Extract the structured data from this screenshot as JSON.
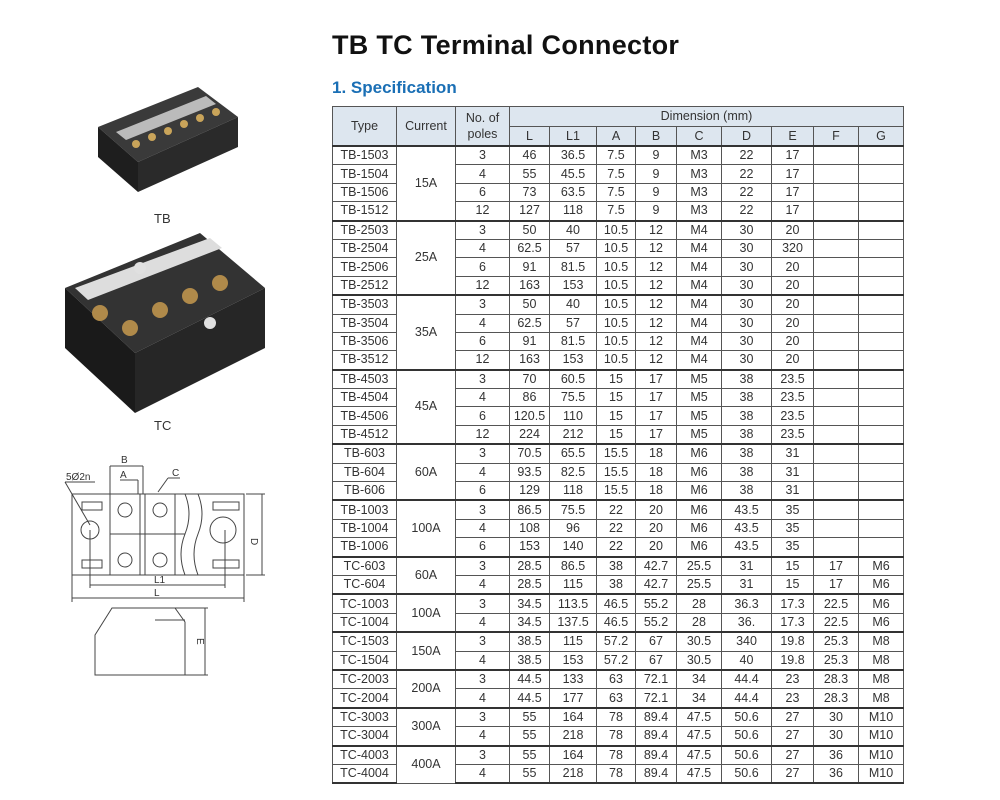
{
  "title": "TB TC Terminal Connector",
  "section": "1. Specification",
  "images": {
    "tb_label": "TB",
    "tc_label": "TC"
  },
  "diagram": {
    "labels": {
      "b": "B",
      "a": "A",
      "c": "C",
      "hole": "5Ø2n",
      "d": "D",
      "l1": "L1",
      "l": "L",
      "e": "E"
    }
  },
  "table": {
    "headers": {
      "type": "Type",
      "current": "Current",
      "poles": "No. of poles",
      "dimension": "Dimension (mm)",
      "dims": [
        "L",
        "L1",
        "A",
        "B",
        "C",
        "D",
        "E",
        "F",
        "G"
      ]
    },
    "groups": [
      {
        "current": "15A",
        "rows": [
          [
            "TB-1503",
            "3",
            "46",
            "36.5",
            "7.5",
            "9",
            "M3",
            "22",
            "17",
            "",
            ""
          ],
          [
            "TB-1504",
            "4",
            "55",
            "45.5",
            "7.5",
            "9",
            "M3",
            "22",
            "17",
            "",
            ""
          ],
          [
            "TB-1506",
            "6",
            "73",
            "63.5",
            "7.5",
            "9",
            "M3",
            "22",
            "17",
            "",
            ""
          ],
          [
            "TB-1512",
            "12",
            "127",
            "118",
            "7.5",
            "9",
            "M3",
            "22",
            "17",
            "",
            ""
          ]
        ]
      },
      {
        "current": "25A",
        "rows": [
          [
            "TB-2503",
            "3",
            "50",
            "40",
            "10.5",
            "12",
            "M4",
            "30",
            "20",
            "",
            ""
          ],
          [
            "TB-2504",
            "4",
            "62.5",
            "57",
            "10.5",
            "12",
            "M4",
            "30",
            "320",
            "",
            ""
          ],
          [
            "TB-2506",
            "6",
            "91",
            "81.5",
            "10.5",
            "12",
            "M4",
            "30",
            "20",
            "",
            ""
          ],
          [
            "TB-2512",
            "12",
            "163",
            "153",
            "10.5",
            "12",
            "M4",
            "30",
            "20",
            "",
            ""
          ]
        ]
      },
      {
        "current": "35A",
        "rows": [
          [
            "TB-3503",
            "3",
            "50",
            "40",
            "10.5",
            "12",
            "M4",
            "30",
            "20",
            "",
            ""
          ],
          [
            "TB-3504",
            "4",
            "62.5",
            "57",
            "10.5",
            "12",
            "M4",
            "30",
            "20",
            "",
            ""
          ],
          [
            "TB-3506",
            "6",
            "91",
            "81.5",
            "10.5",
            "12",
            "M4",
            "30",
            "20",
            "",
            ""
          ],
          [
            "TB-3512",
            "12",
            "163",
            "153",
            "10.5",
            "12",
            "M4",
            "30",
            "20",
            "",
            ""
          ]
        ]
      },
      {
        "current": "45A",
        "rows": [
          [
            "TB-4503",
            "3",
            "70",
            "60.5",
            "15",
            "17",
            "M5",
            "38",
            "23.5",
            "",
            ""
          ],
          [
            "TB-4504",
            "4",
            "86",
            "75.5",
            "15",
            "17",
            "M5",
            "38",
            "23.5",
            "",
            ""
          ],
          [
            "TB-4506",
            "6",
            "120.5",
            "110",
            "15",
            "17",
            "M5",
            "38",
            "23.5",
            "",
            ""
          ],
          [
            "TB-4512",
            "12",
            "224",
            "212",
            "15",
            "17",
            "M5",
            "38",
            "23.5",
            "",
            ""
          ]
        ]
      },
      {
        "current": "60A",
        "rows": [
          [
            "TB-603",
            "3",
            "70.5",
            "65.5",
            "15.5",
            "18",
            "M6",
            "38",
            "31",
            "",
            ""
          ],
          [
            "TB-604",
            "4",
            "93.5",
            "82.5",
            "15.5",
            "18",
            "M6",
            "38",
            "31",
            "",
            ""
          ],
          [
            "TB-606",
            "6",
            "129",
            "118",
            "15.5",
            "18",
            "M6",
            "38",
            "31",
            "",
            ""
          ]
        ]
      },
      {
        "current": "100A",
        "rows": [
          [
            "TB-1003",
            "3",
            "86.5",
            "75.5",
            "22",
            "20",
            "M6",
            "43.5",
            "35",
            "",
            ""
          ],
          [
            "TB-1004",
            "4",
            "108",
            "96",
            "22",
            "20",
            "M6",
            "43.5",
            "35",
            "",
            ""
          ],
          [
            "TB-1006",
            "6",
            "153",
            "140",
            "22",
            "20",
            "M6",
            "43.5",
            "35",
            "",
            ""
          ]
        ]
      },
      {
        "current": "60A",
        "rows": [
          [
            "TC-603",
            "3",
            "28.5",
            "86.5",
            "38",
            "42.7",
            "25.5",
            "31",
            "15",
            "17",
            "M6"
          ],
          [
            "TC-604",
            "4",
            "28.5",
            "115",
            "38",
            "42.7",
            "25.5",
            "31",
            "15",
            "17",
            "M6"
          ]
        ]
      },
      {
        "current": "100A",
        "rows": [
          [
            "TC-1003",
            "3",
            "34.5",
            "113.5",
            "46.5",
            "55.2",
            "28",
            "36.3",
            "17.3",
            "22.5",
            "M6"
          ],
          [
            "TC-1004",
            "4",
            "34.5",
            "137.5",
            "46.5",
            "55.2",
            "28",
            "36.",
            "17.3",
            "22.5",
            "M6"
          ]
        ]
      },
      {
        "current": "150A",
        "rows": [
          [
            "TC-1503",
            "3",
            "38.5",
            "115",
            "57.2",
            "67",
            "30.5",
            "340",
            "19.8",
            "25.3",
            "M8"
          ],
          [
            "TC-1504",
            "4",
            "38.5",
            "153",
            "57.2",
            "67",
            "30.5",
            "40",
            "19.8",
            "25.3",
            "M8"
          ]
        ]
      },
      {
        "current": "200A",
        "rows": [
          [
            "TC-2003",
            "3",
            "44.5",
            "133",
            "63",
            "72.1",
            "34",
            "44.4",
            "23",
            "28.3",
            "M8"
          ],
          [
            "TC-2004",
            "4",
            "44.5",
            "177",
            "63",
            "72.1",
            "34",
            "44.4",
            "23",
            "28.3",
            "M8"
          ]
        ]
      },
      {
        "current": "300A",
        "rows": [
          [
            "TC-3003",
            "3",
            "55",
            "164",
            "78",
            "89.4",
            "47.5",
            "50.6",
            "27",
            "30",
            "M10"
          ],
          [
            "TC-3004",
            "4",
            "55",
            "218",
            "78",
            "89.4",
            "47.5",
            "50.6",
            "27",
            "30",
            "M10"
          ]
        ]
      },
      {
        "current": "400A",
        "rows": [
          [
            "TC-4003",
            "3",
            "55",
            "164",
            "78",
            "89.4",
            "47.5",
            "50.6",
            "27",
            "36",
            "M10"
          ],
          [
            "TC-4004",
            "4",
            "55",
            "218",
            "78",
            "89.4",
            "47.5",
            "50.6",
            "27",
            "36",
            "M10"
          ]
        ]
      }
    ]
  }
}
